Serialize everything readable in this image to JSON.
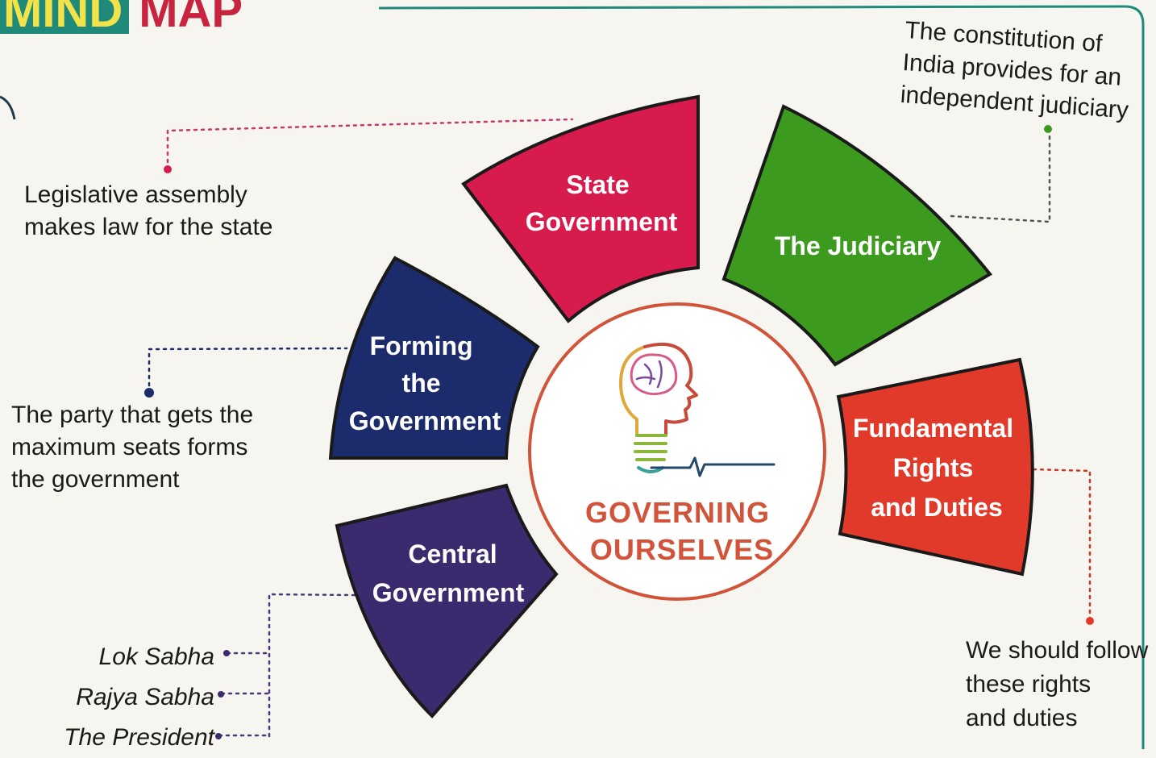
{
  "header": {
    "title_part1": "MIND",
    "title_part2": "MAP"
  },
  "center": {
    "line1": "GOVERNING",
    "line2": "OURSELVES",
    "icon": "brain-bulb-icon"
  },
  "segments": [
    {
      "id": "state",
      "lines": [
        "State",
        "Government"
      ],
      "color": "#d81b4d"
    },
    {
      "id": "judiciary",
      "lines": [
        "The Judiciary"
      ],
      "color": "#3c9a1f"
    },
    {
      "id": "forming",
      "lines": [
        "Forming",
        "the",
        "Government"
      ],
      "color": "#1c2b6b"
    },
    {
      "id": "rights",
      "lines": [
        "Fundamental",
        "Rights",
        "and Duties"
      ],
      "color": "#e23a2a"
    },
    {
      "id": "central",
      "lines": [
        "Central",
        "Government"
      ],
      "color": "#3b2a6e"
    }
  ],
  "notes": {
    "state": [
      "Legislative assembly",
      "makes law for the state"
    ],
    "judiciary": [
      "The constitution of",
      "India provides for an",
      "independent judiciary"
    ],
    "forming": [
      "The party that gets the",
      "maximum seats forms",
      "the government"
    ],
    "rights": [
      "We should follow",
      "these rights",
      "and duties"
    ],
    "central": [
      "Lok Sabha",
      "Rajya Sabha",
      "The President"
    ]
  },
  "colors": {
    "accent_title_bg": "#1f8a7a",
    "accent_title_text": "#f2e34a",
    "map_text": "#c8233f",
    "ring": "#d1533a",
    "connector": "#6a5a8a"
  }
}
